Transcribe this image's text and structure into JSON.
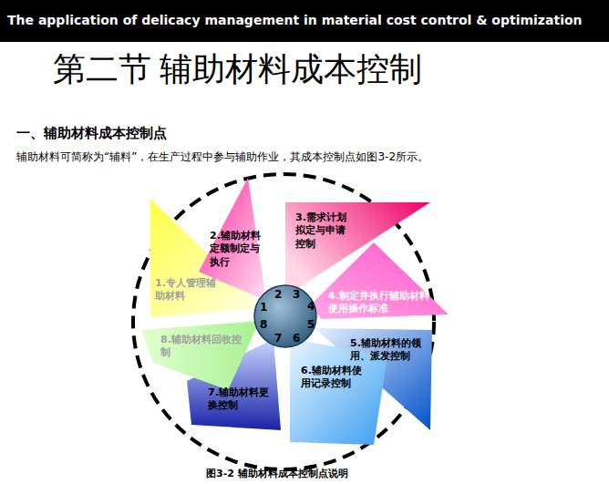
{
  "diagram": {
    "title": "第二节  辅助材料成本控制",
    "caption": "图3-2  辅助材料成本控制点说明",
    "nodes": [
      {
        "text": [
          "1.专人管理辅助材料"
        ]
      },
      {
        "text": [
          "2.辅助材料定额制定与执行"
        ]
      },
      {
        "text": [
          "3.需求计划拟定与申请控制"
        ]
      },
      {
        "text": [
          "4.制定并执行辅助材料使用操作标准"
        ]
      },
      {
        "text": [
          "5.辅助材料的领用、派发控制"
        ]
      },
      {
        "text": [
          "6.辅助材料使用记录控制"
        ]
      },
      {
        "text": [
          "7.辅助材料更换控制"
        ]
      },
      {
        "text": [
          "8.辅助材料回收控制"
        ]
      }
    ],
    "labels": [
      "The application of delicacy management in material cost control & optimization",
      "1",
      "2",
      "3",
      "4",
      "5",
      "6",
      "7",
      "8",
      "一、辅助材料成本控制点",
      "辅助材料可简称为“辅料”，在生产过程中参与辅助作业，其成本控制点如图3-2所示。"
    ]
  }
}
